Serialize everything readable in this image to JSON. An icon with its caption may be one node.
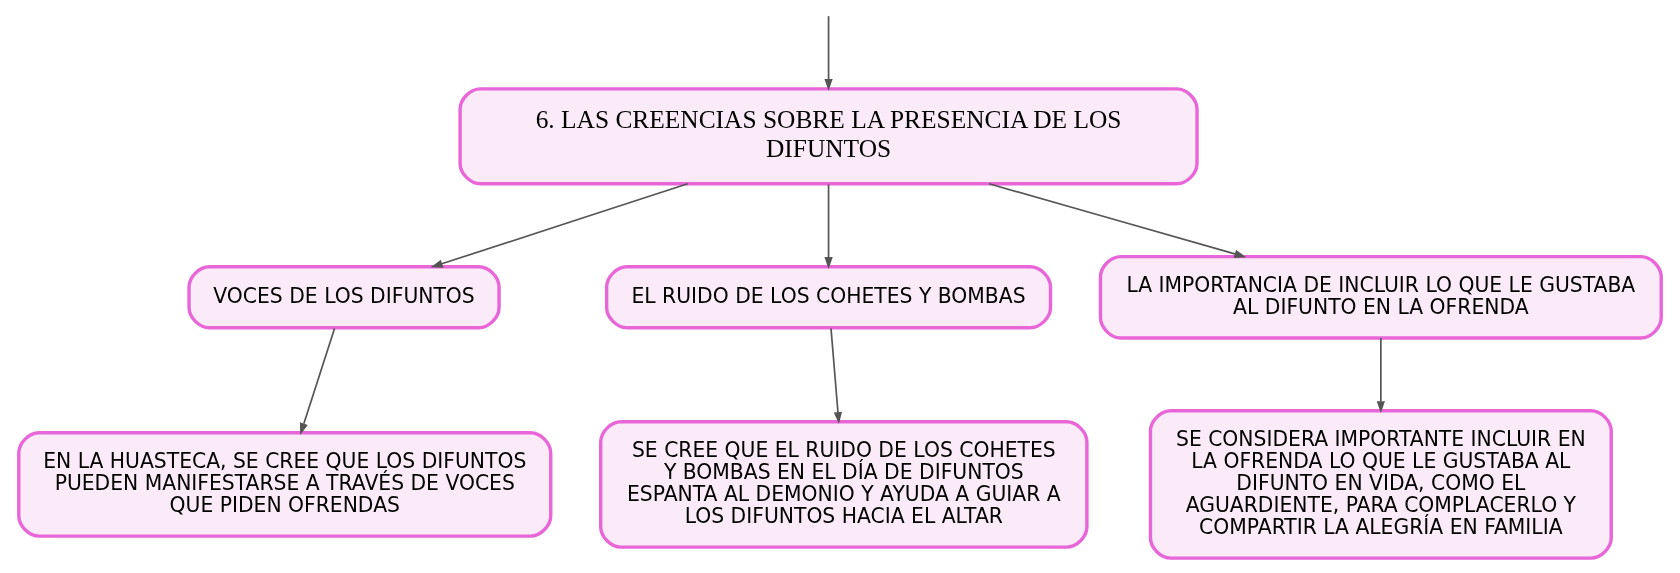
{
  "diagram": {
    "nodes": [
      {
        "text": [
          "6. LAS CREENCIAS SOBRE LA PRESENCIA DE LOS DIFUNTOS"
        ]
      },
      {
        "text": [
          "VOCES DE LOS DIFUNTOS"
        ]
      },
      {
        "text": [
          "EL RUIDO DE LOS COHETES Y BOMBAS"
        ]
      },
      {
        "text": [
          "LA IMPORTANCIA DE INCLUIR LO QUE LE GUSTABA AL DIFUNTO EN LA OFRENDA"
        ]
      },
      {
        "text": [
          "EN LA HUASTECA, SE CREE QUE LOS DIFUNTOS PUEDEN MANIFESTARSE A TRAVÉS DE VOCES QUE PIDEN OFRENDAS"
        ]
      },
      {
        "text": [
          "SE CREE QUE EL RUIDO DE LOS COHETES Y BOMBAS EN EL DÍA DE DIFUNTOS ESPANTA AL DEMONIO Y AYUDA A GUIAR A LOS DIFUNTOS HACIA EL ALTAR"
        ]
      },
      {
        "text": [
          "SE CONSIDERA IMPORTANTE INCLUIR EN LA OFRENDA LO QUE LE GUSTABA AL DIFUNTO EN VIDA, COMO EL AGUARDIENTE, PARA COMPLACERLO Y COMPARTIR LA ALEGRÍA EN FAMILIA"
        ]
      }
    ],
    "edges": [
      {
        "from": null,
        "to": 0,
        "arrow": "to"
      },
      {
        "from": 0,
        "to": 1,
        "arrow": "to"
      },
      {
        "from": 0,
        "to": 2,
        "arrow": "to"
      },
      {
        "from": 0,
        "to": 3,
        "arrow": "to"
      },
      {
        "from": 1,
        "to": 4,
        "arrow": "to"
      },
      {
        "from": 2,
        "to": 5,
        "arrow": "to"
      },
      {
        "from": 3,
        "to": 6,
        "arrow": "to"
      }
    ]
  }
}
